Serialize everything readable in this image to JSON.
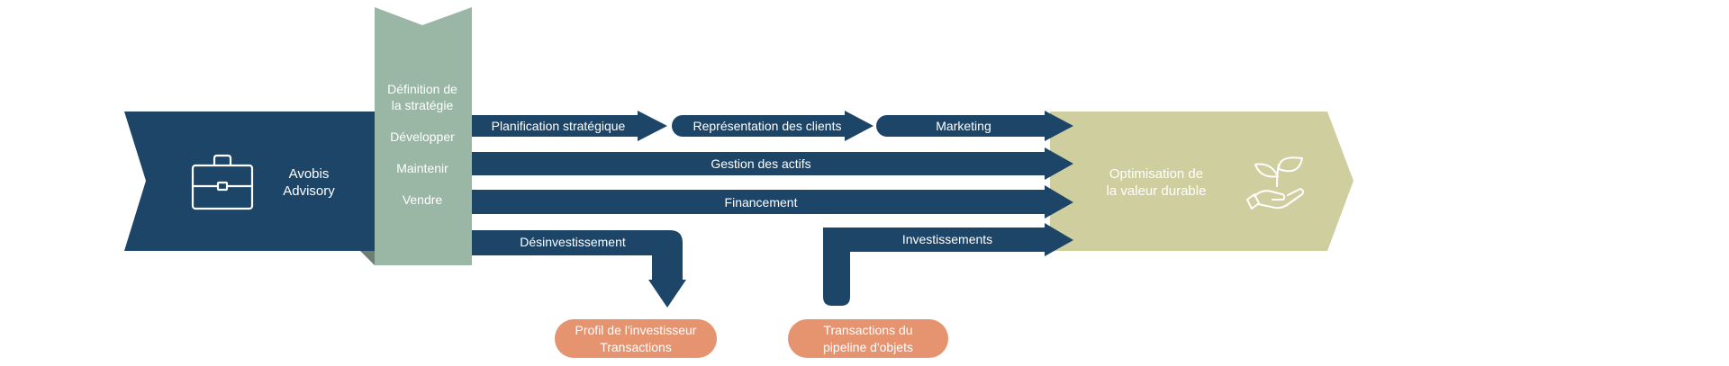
{
  "colors": {
    "navy": "#1d4568",
    "green_grey": "#9ab7a6",
    "olive": "#cece9f",
    "orange": "#e69370",
    "white": "#ffffff"
  },
  "company": {
    "name_line1": "Avobis",
    "name_line2": "Advisory",
    "icon": "briefcase-icon"
  },
  "phases": [
    {
      "line1": "Définition de",
      "line2": "la stratégie"
    },
    {
      "line1": "Développer"
    },
    {
      "line1": "Maintenir"
    },
    {
      "line1": "Vendre"
    }
  ],
  "services": {
    "strategic_planning": "Planification stratégique",
    "client_representation": "Représentation des clients",
    "marketing": "Marketing",
    "asset_management": "Gestion des actifs",
    "financing": "Financement",
    "divestment": "Désinvestissement",
    "investments": "Investissements"
  },
  "outcome": {
    "line1": "Optimisation de",
    "line2": "la valeur durable",
    "icon": "plant-in-hand-icon"
  },
  "badges": {
    "investor_profile_line1": "Profil de l'investisseur",
    "investor_profile_line2": "Transactions",
    "pipeline_line1": "Transactions du",
    "pipeline_line2": "pipeline d'objets"
  }
}
